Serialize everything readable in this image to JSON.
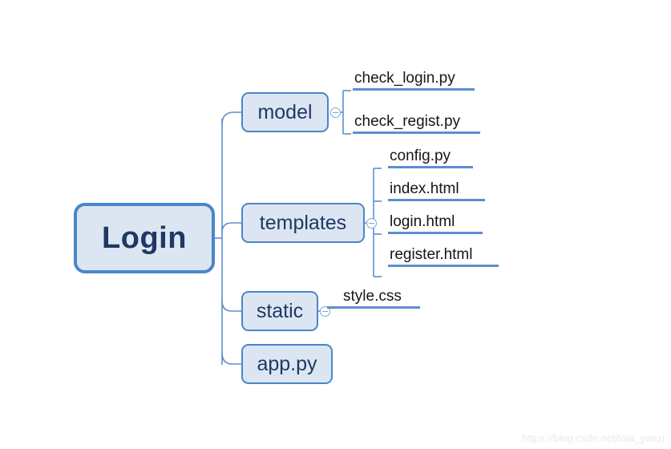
{
  "diagram": {
    "type": "mindmap",
    "title": "Login",
    "colors": {
      "node_fill": "#dce6f2",
      "node_border": "#4a86c8",
      "node_text": "#1f3864",
      "leaf_text": "#161616",
      "underline": "#5b8fd0",
      "connector": "#5b8fd0",
      "background": "#ffffff",
      "watermark": "#e9e9e9"
    },
    "root": {
      "label": "Login"
    },
    "branches": [
      {
        "label": "model",
        "collapse_icon": "collapse-minus-icon",
        "children": [
          {
            "label": "check_login.py"
          },
          {
            "label": "check_regist.py"
          }
        ]
      },
      {
        "label": "templates",
        "collapse_icon": "collapse-minus-icon",
        "children": [
          {
            "label": "config.py"
          },
          {
            "label": "index.html"
          },
          {
            "label": "login.html"
          },
          {
            "label": "register.html"
          }
        ]
      },
      {
        "label": "static",
        "collapse_icon": "collapse-minus-icon",
        "children": [
          {
            "label": "style.css"
          }
        ]
      },
      {
        "label": "app.py",
        "collapse_icon": null,
        "children": []
      }
    ]
  },
  "watermark": {
    "text": "https://blog.csdn.net/lala_yanzi"
  }
}
